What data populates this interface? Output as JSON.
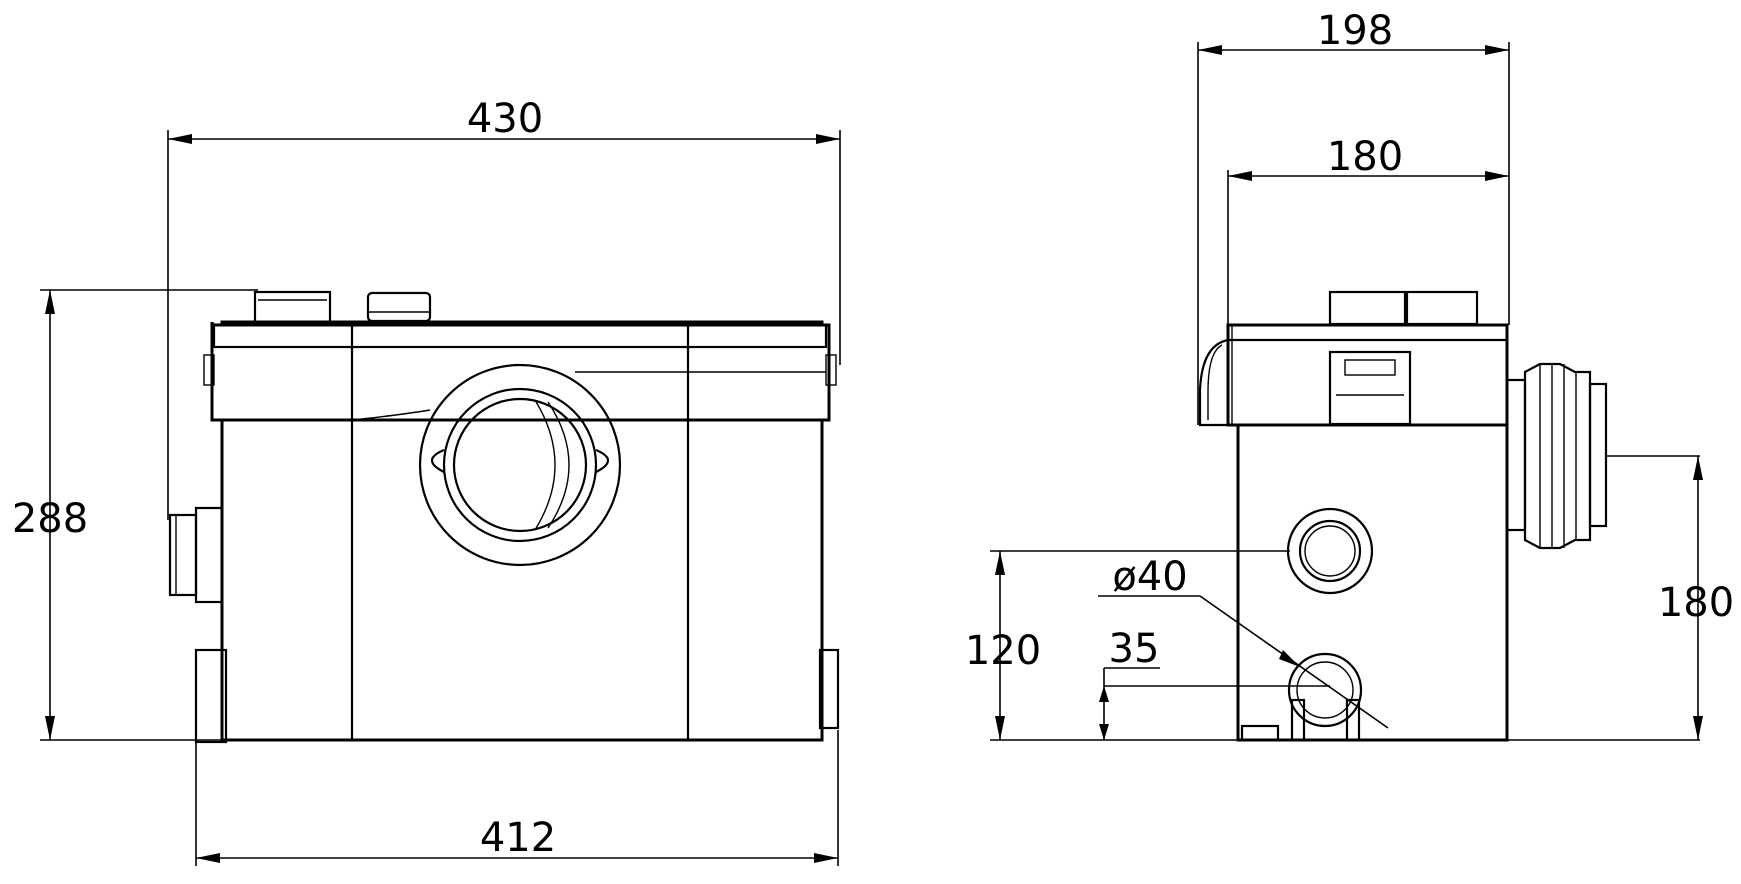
{
  "front_view": {
    "width_top": "430",
    "width_base": "412",
    "height": "288"
  },
  "side_view": {
    "depth_overall": "198",
    "depth_body": "180",
    "outlet_height": "180",
    "inlet_height": "120",
    "inlet_diameter": "ø40",
    "base_height": "35"
  },
  "colors": {
    "line": "#000000",
    "background": "#ffffff"
  }
}
